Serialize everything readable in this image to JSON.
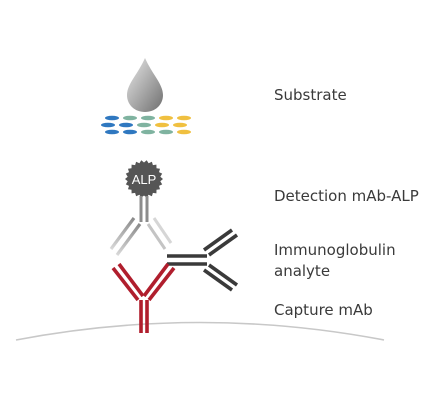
{
  "labels": {
    "substrate": "Substrate",
    "detection": "Detection mAb-ALP",
    "immunoglobulin_line1": "Immunoglobulin",
    "immunoglobulin_line2": "analyte",
    "capture": "Capture mAb"
  },
  "enzyme_label": "ALP",
  "colors": {
    "capture": "#b01e2d",
    "detection": "#9a9a9a",
    "analyte": "#3a3a3a",
    "enzyme": "#555555",
    "surface": "#c8c8c8",
    "substrate_blue": "#2f78c0",
    "substrate_teal": "#7fb3a0",
    "substrate_yellow": "#f0c040"
  },
  "icons": {
    "drop": "droplet-icon",
    "enzyme": "enzyme-badge-icon"
  }
}
